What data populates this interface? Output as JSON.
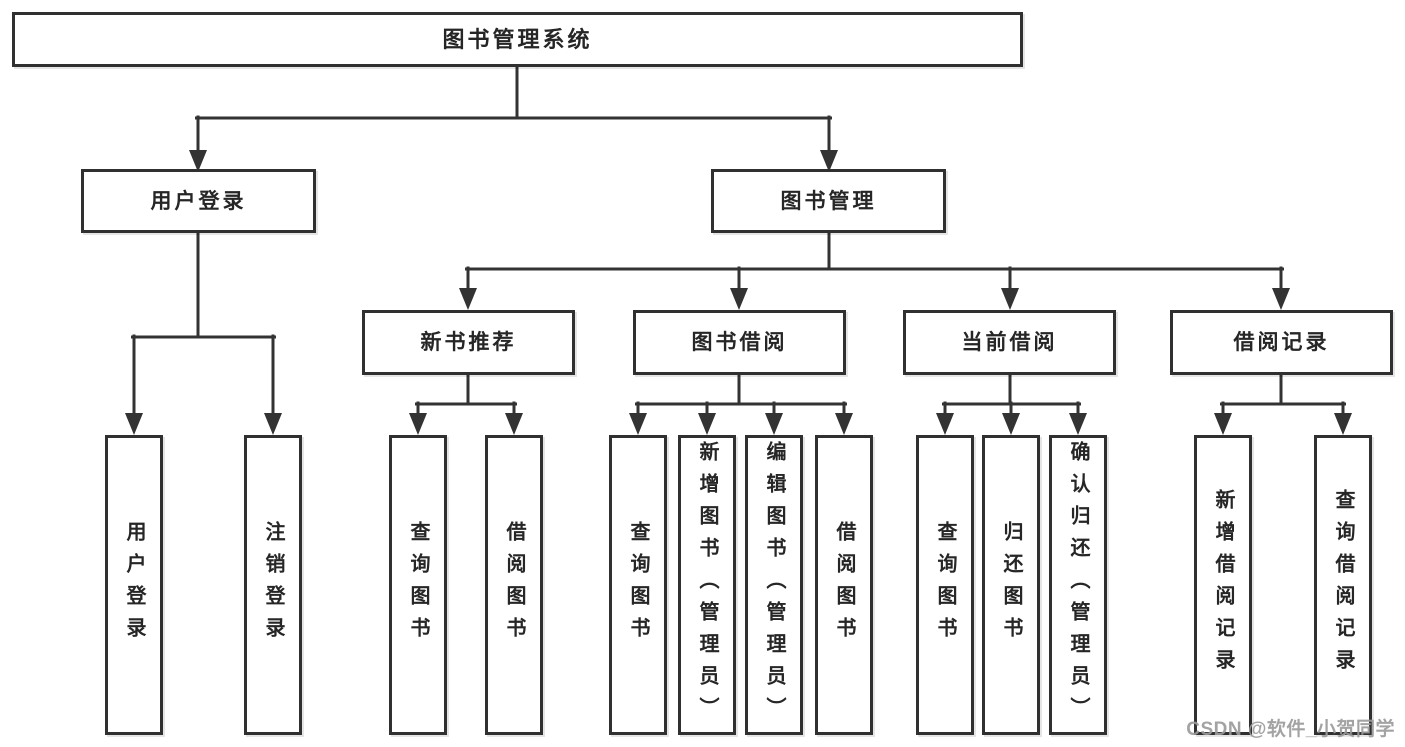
{
  "diagram": {
    "root": "图书管理系统",
    "branches": [
      {
        "label": "用户登录",
        "children": [
          "用户登录",
          "注销登录"
        ]
      },
      {
        "label": "图书管理",
        "groups": [
          {
            "label": "新书推荐",
            "children": [
              "查询图书",
              "借阅图书"
            ]
          },
          {
            "label": "图书借阅",
            "children": [
              "查询图书",
              "新增图书（管理员）",
              "编辑图书（管理员）",
              "借阅图书"
            ]
          },
          {
            "label": "当前借阅",
            "children": [
              "查询图书",
              "归还图书",
              "确认归还（管理员）"
            ]
          },
          {
            "label": "借阅记录",
            "children": [
              "新增借阅记录",
              "查询借阅记录"
            ]
          }
        ]
      }
    ],
    "watermark": "CSDN @软件_小贺同学",
    "colors": {
      "line": "#333333",
      "box_border": "#303030",
      "text": "#262626",
      "watermark": "#9d9d9d",
      "background": "#ffffff"
    }
  }
}
